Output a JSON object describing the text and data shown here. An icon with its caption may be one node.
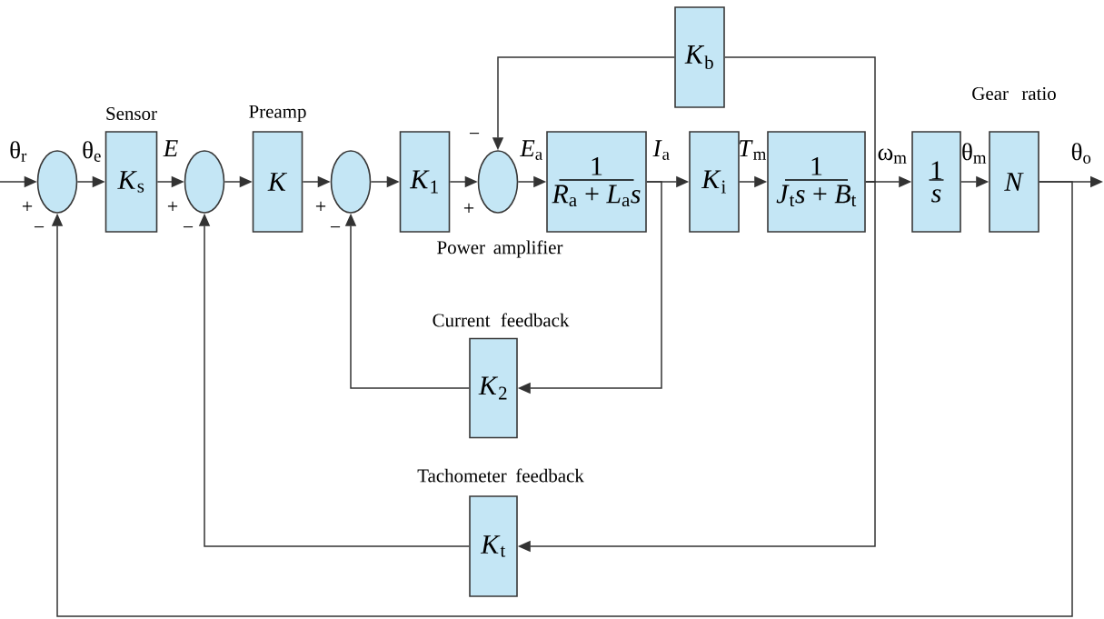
{
  "diagram": {
    "nodes": [
      {
        "text": [],
        "shape": "circle"
      },
      {
        "text": [
          "Sensor",
          "*K*$_{s}$"
        ]
      },
      {
        "text": [],
        "shape": "circle"
      },
      {
        "text": [
          "Preamp",
          "*K*"
        ]
      },
      {
        "text": [],
        "shape": "circle"
      },
      {
        "text": [
          "*K*$_{1}$"
        ]
      },
      {
        "text": [],
        "shape": "circle"
      },
      {
        "text": [
          "1",
          "*R*$_{a}$ + *L*$_{a}$*s*"
        ]
      },
      {
        "text": [
          "*K*$_{i}$"
        ]
      },
      {
        "text": [
          "1",
          "*J*$_{t}$*s* + *B*$_{t}$"
        ]
      },
      {
        "text": [
          "1",
          "*s*"
        ]
      },
      {
        "text": [
          "Gear ratio",
          "*N*"
        ]
      },
      {
        "text": [
          "*K*$_{b}$"
        ]
      },
      {
        "text": [
          "Current feedback",
          "*K*$_{2}$"
        ]
      },
      {
        "text": [
          "Tachometer feedback",
          "*K*$_{t}$"
        ]
      }
    ],
    "edges": [
      {
        "from": null,
        "to": 0,
        "arrow": "to",
        "label": "θ$_{r}$"
      },
      {
        "from": 0,
        "to": 1,
        "arrow": "to",
        "label": "θ$_{e}$"
      },
      {
        "from": 1,
        "to": 2,
        "arrow": "to",
        "label": "*E*"
      },
      {
        "from": 2,
        "to": 3,
        "arrow": "to"
      },
      {
        "from": 3,
        "to": 4,
        "arrow": "to"
      },
      {
        "from": 4,
        "to": 5,
        "arrow": "to"
      },
      {
        "from": 5,
        "to": 6,
        "arrow": "to"
      },
      {
        "from": 6,
        "to": 7,
        "arrow": "to",
        "label": "*E*$_{a}$"
      },
      {
        "from": 7,
        "to": 8,
        "arrow": "to",
        "label": "*I*$_{a}$"
      },
      {
        "from": 8,
        "to": 9,
        "arrow": "to",
        "label": "*T*$_{m}$"
      },
      {
        "from": 9,
        "to": 10,
        "arrow": "to",
        "label": "ω$_{m}$"
      },
      {
        "from": 10,
        "to": 11,
        "arrow": "to",
        "label": "θ$_{m}$"
      },
      {
        "from": 11,
        "to": null,
        "arrow": "to",
        "label": "θ$_{o}$"
      },
      {
        "from": 9,
        "to": 12,
        "arrow": "none"
      },
      {
        "from": 12,
        "to": 6,
        "arrow": "to"
      },
      {
        "from": 7,
        "to": 13,
        "arrow": "to"
      },
      {
        "from": 13,
        "to": 4,
        "arrow": "to"
      },
      {
        "from": 9,
        "to": 14,
        "arrow": "to"
      },
      {
        "from": 14,
        "to": 2,
        "arrow": "to"
      },
      {
        "from": 11,
        "to": 0,
        "arrow": "to"
      }
    ],
    "labels": [
      "−",
      "+",
      "+",
      "+",
      "+",
      "−",
      "−",
      "−",
      "Power amplifier"
    ]
  }
}
